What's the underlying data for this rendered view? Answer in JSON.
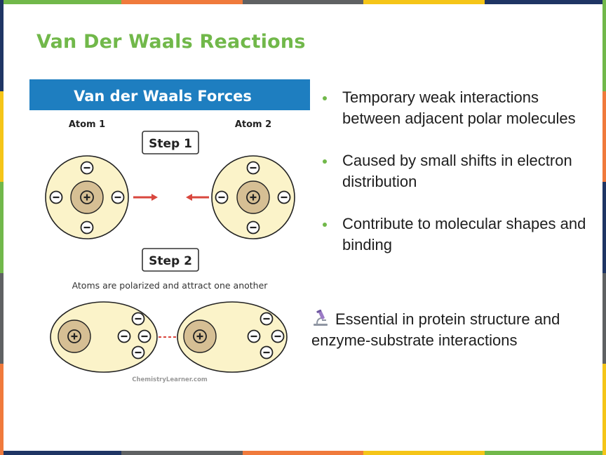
{
  "slide": {
    "title": "Van Der Waals Reactions",
    "frame_colors": [
      "#71b84a",
      "#f07a3c",
      "#5f6163",
      "#f5c518",
      "#1f3564"
    ]
  },
  "diagram": {
    "banner_title": "Van der Waals Forces",
    "atom1_label": "Atom 1",
    "atom2_label": "Atom 2",
    "step1_label": "Step 1",
    "step2_label": "Step 2",
    "caption": "Atoms are polarized and attract one another",
    "credit": "ChemistryLearner.com",
    "nucleus_symbol": "+",
    "electron_symbol": "−",
    "colors": {
      "banner": "#1e7ec0",
      "atom_fill": "#fbf3c9",
      "nucleus_fill": "#d6bf94",
      "arrow": "#d9473e",
      "dashed_bond": "#d9473e"
    }
  },
  "bullets": [
    "Temporary weak interactions between adjacent polar molecules",
    "Caused by small shifts in electron distribution",
    "Contribute to molecular shapes and binding"
  ],
  "note": {
    "icon": "microscope-icon",
    "text": "Essential in protein structure and enzyme-substrate interactions"
  }
}
